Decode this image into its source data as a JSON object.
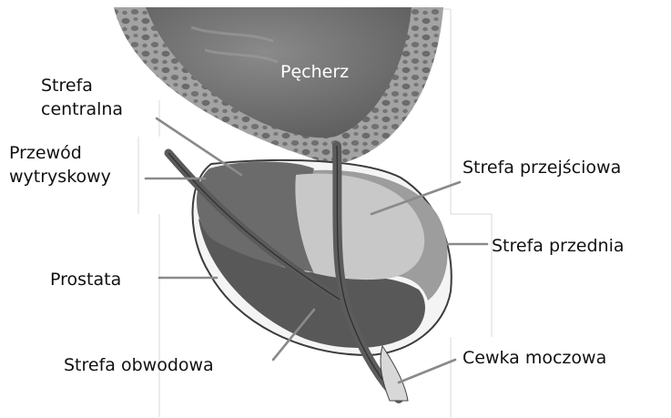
{
  "diagram": {
    "bladder_label": "Pęcherz",
    "labels": {
      "central_zone_line1": "Strefa",
      "central_zone_line2": "centralna",
      "ejaculatory_duct_line1": "Przewód",
      "ejaculatory_duct_line2": "wytryskowy",
      "prostate": "Prostata",
      "peripheral_zone": "Strefa obwodowa",
      "transition_zone": "Strefa przejściowa",
      "anterior_zone": "Strefa przednia",
      "urethra": "Cewka moczowa"
    },
    "colors": {
      "bladder_wall": "#9a9a9a",
      "bladder_lumen": "#6e6e6e",
      "central_zone": "#6b6b6b",
      "peripheral_zone": "#5a5a5a",
      "transition_zone": "#c8c8c8",
      "anterior_zone": "#9d9d9d",
      "urethra": "#5c5c5c",
      "leader_lines": "#8a8a8a"
    }
  }
}
